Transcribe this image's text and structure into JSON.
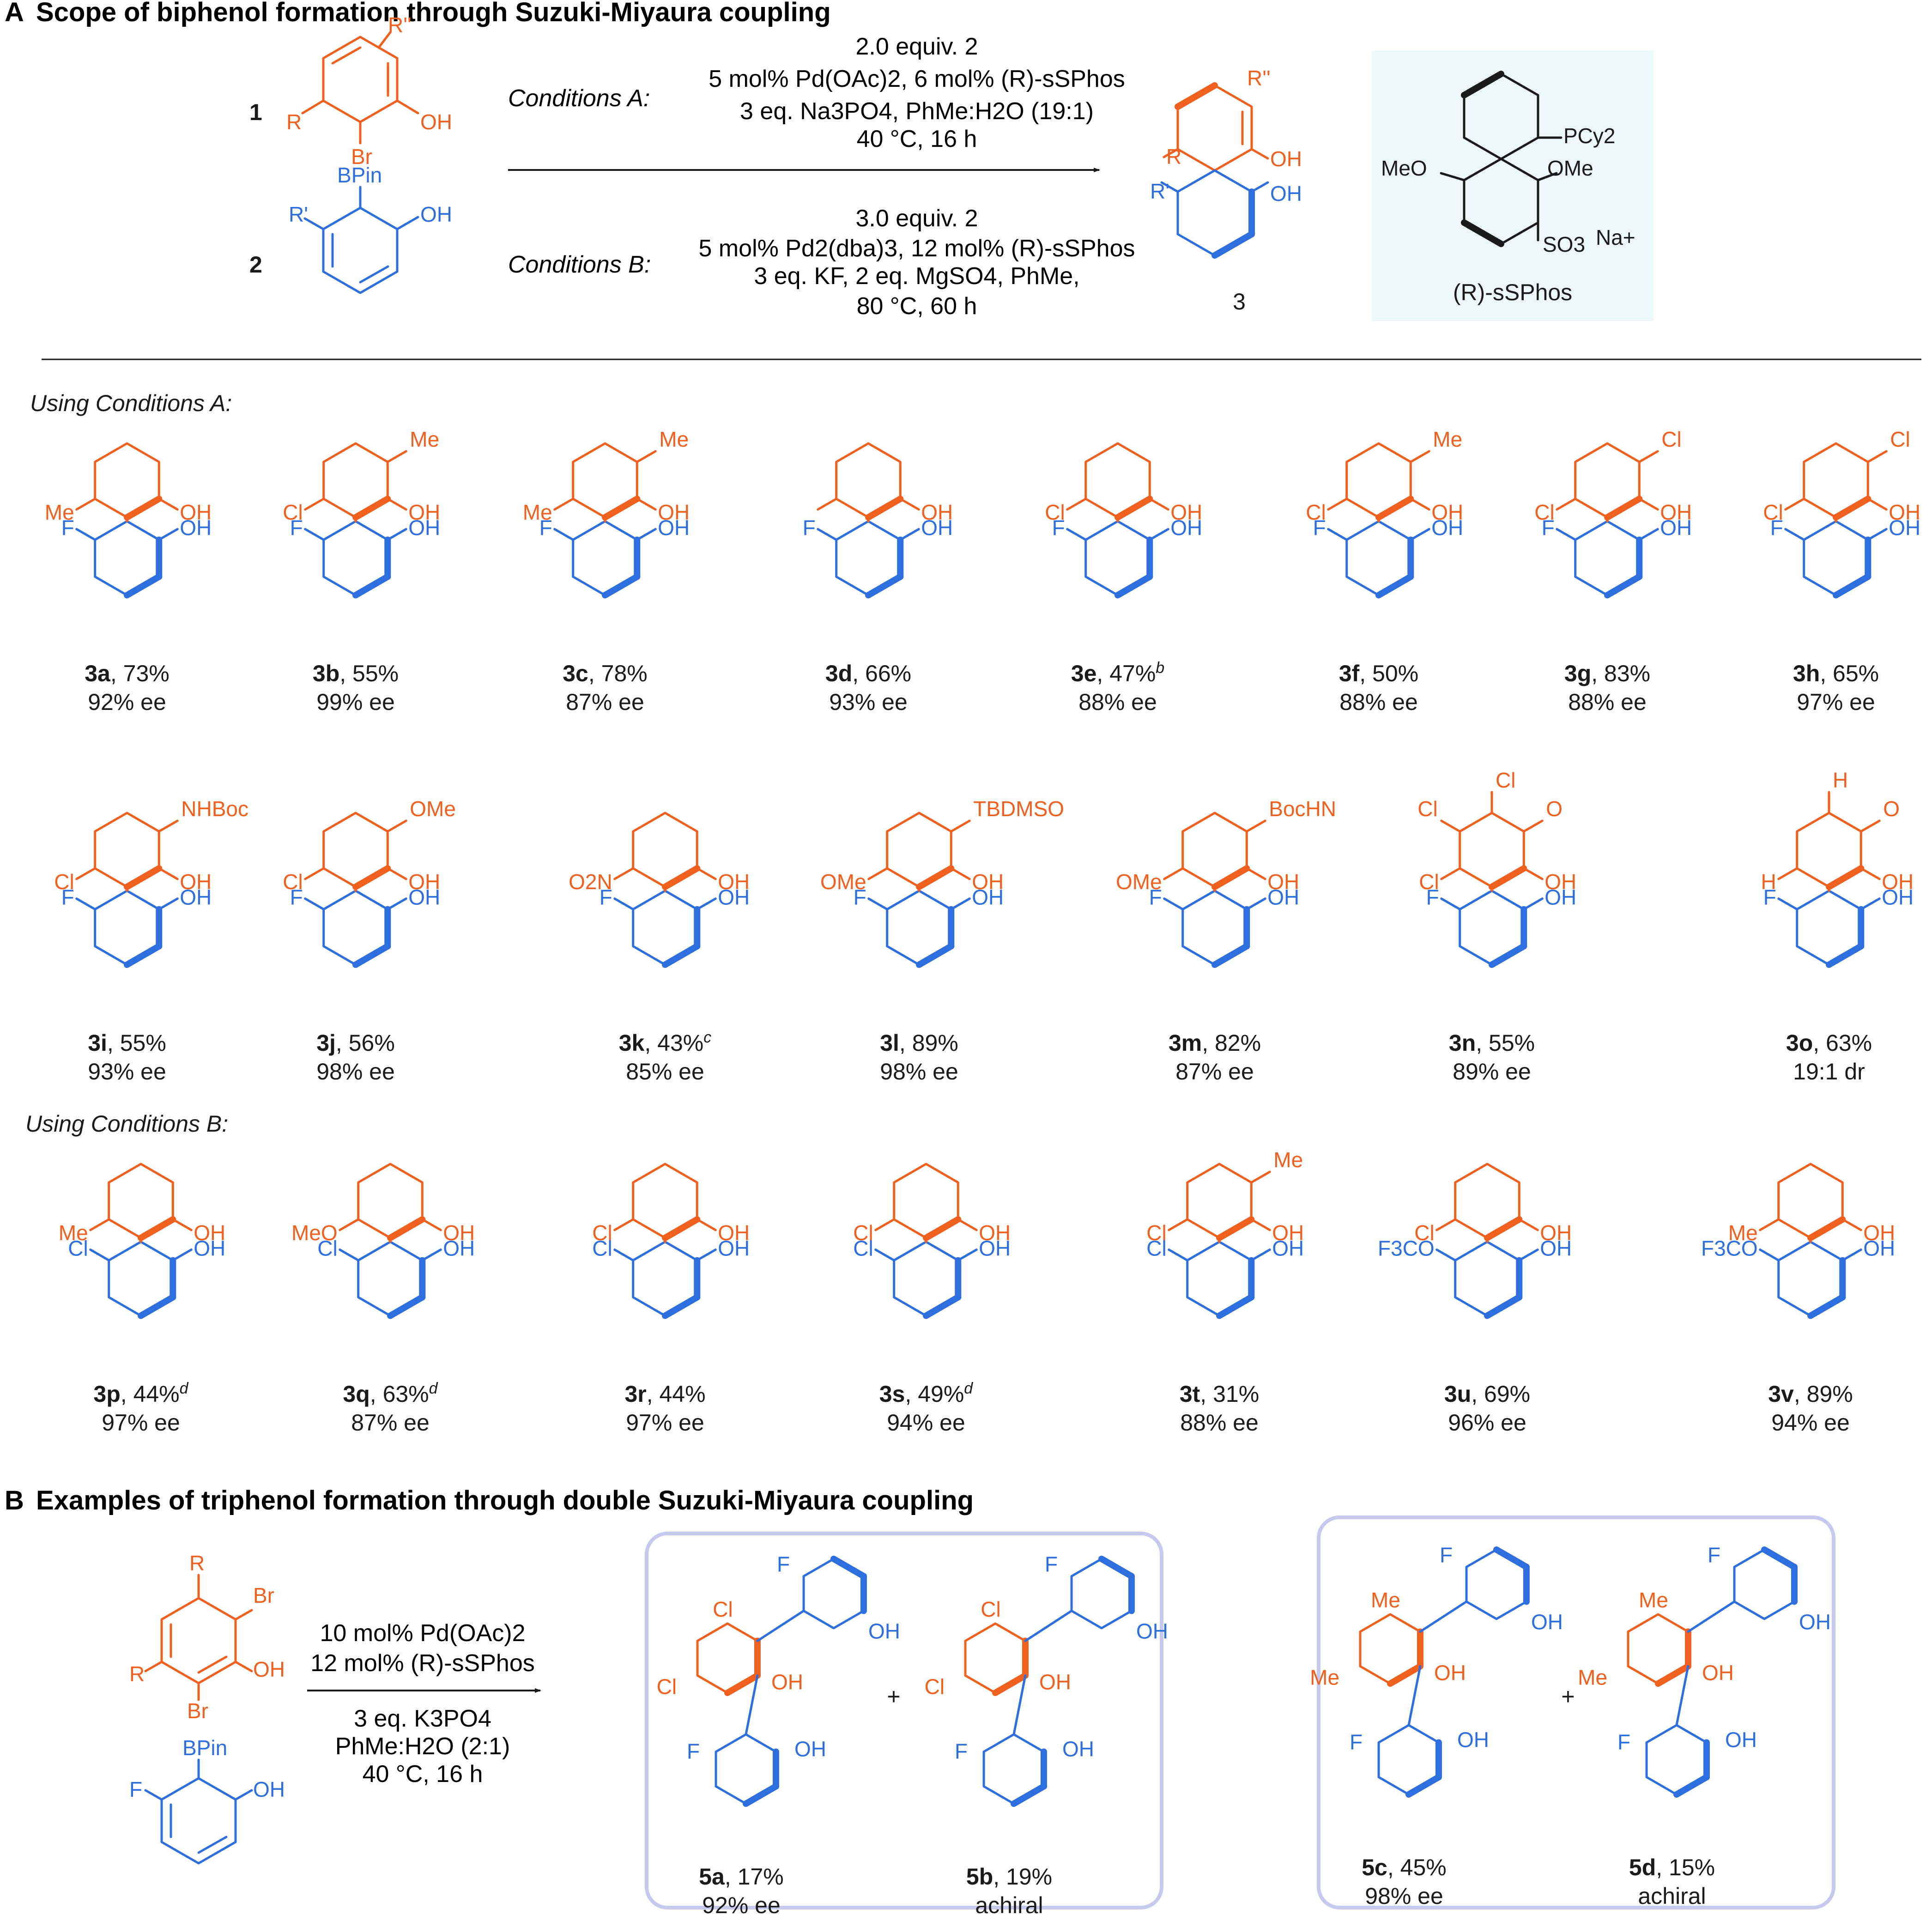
{
  "section_a": {
    "letter": "A",
    "title": "Scope of biphenol formation through Suzuki-Miyaura coupling",
    "reactant1": "1",
    "reactant2": "2",
    "product": "3",
    "conditions_a_label": "Conditions A:",
    "conditions_a_lines": [
      "2.0 equiv. 2",
      "5 mol% Pd(OAc)2, 6 mol% (R)-sSPhos",
      "3 eq. Na3PO4, PhMe:H2O (19:1)",
      "40 °C, 16 h"
    ],
    "conditions_b_label": "Conditions B:",
    "conditions_b_lines": [
      "3.0 equiv. 2",
      "5 mol% Pd2(dba)3, 12 mol% (R)-sSPhos",
      "3 eq. KF, 2 eq. MgSO4, PhMe,",
      "80 °C, 60 h"
    ],
    "ligand_name": "(R)-sSPhos",
    "ligand_labels": [
      "PCy2",
      "MeO",
      "OMe",
      "SO3",
      "Na+"
    ],
    "substituent_labels": [
      "R",
      "R'",
      "R''",
      "Br",
      "OH",
      "BPin"
    ]
  },
  "conditions_a_heading": "Using Conditions A:",
  "conditions_b_heading": "Using Conditions B:",
  "row1": [
    {
      "id": "3a",
      "yield": "73%",
      "sel": "92% ee",
      "note": ""
    },
    {
      "id": "3b",
      "yield": "55%",
      "sel": "99% ee",
      "note": ""
    },
    {
      "id": "3c",
      "yield": "78%",
      "sel": "87% ee",
      "note": ""
    },
    {
      "id": "3d",
      "yield": "66%",
      "sel": "93% ee",
      "note": ""
    },
    {
      "id": "3e",
      "yield": "47%",
      "sel": "88% ee",
      "note": "b"
    },
    {
      "id": "3f",
      "yield": "50%",
      "sel": "88% ee",
      "note": ""
    },
    {
      "id": "3g",
      "yield": "83%",
      "sel": "88% ee",
      "note": ""
    },
    {
      "id": "3h",
      "yield": "65%",
      "sel": "97% ee",
      "note": ""
    }
  ],
  "row2": [
    {
      "id": "3i",
      "yield": "55%",
      "sel": "93% ee",
      "note": ""
    },
    {
      "id": "3j",
      "yield": "56%",
      "sel": "98% ee",
      "note": ""
    },
    {
      "id": "3k",
      "yield": "43%",
      "sel": "85% ee",
      "note": "c"
    },
    {
      "id": "3l",
      "yield": "89%",
      "sel": "98% ee",
      "note": ""
    },
    {
      "id": "3m",
      "yield": "82%",
      "sel": "87% ee",
      "note": ""
    },
    {
      "id": "3n",
      "yield": "55%",
      "sel": "89% ee",
      "note": ""
    },
    {
      "id": "3o",
      "yield": "63%",
      "sel": "19:1 dr",
      "note": ""
    }
  ],
  "row3": [
    {
      "id": "3p",
      "yield": "44%",
      "sel": "97% ee",
      "note": "d"
    },
    {
      "id": "3q",
      "yield": "63%",
      "sel": "87% ee",
      "note": "d"
    },
    {
      "id": "3r",
      "yield": "44%",
      "sel": "97% ee",
      "note": ""
    },
    {
      "id": "3s",
      "yield": "49%",
      "sel": "94% ee",
      "note": "d"
    },
    {
      "id": "3t",
      "yield": "31%",
      "sel": "88% ee",
      "note": ""
    },
    {
      "id": "3u",
      "yield": "69%",
      "sel": "96% ee",
      "note": ""
    },
    {
      "id": "3v",
      "yield": "89%",
      "sel": "94% ee",
      "note": ""
    }
  ],
  "section_b": {
    "letter": "B",
    "title": "Examples of triphenol formation through double Suzuki-Miyaura coupling",
    "conditions_lines": [
      "10 mol% Pd(OAc)2",
      "12 mol% (R)-sSPhos",
      "3 eq. K3PO4",
      "PhMe:H2O (2:1)",
      "40 °C, 16 h"
    ],
    "plus": "+",
    "box1": [
      {
        "id": "5a",
        "yield": "17%",
        "sel": "92% ee"
      },
      {
        "id": "5b",
        "yield": "19%",
        "sel": "achiral"
      }
    ],
    "box2": [
      {
        "id": "5c",
        "yield": "45%",
        "sel": "98% ee"
      },
      {
        "id": "5d",
        "yield": "15%",
        "sel": "achiral"
      }
    ]
  },
  "colors": {
    "aryl_halide": "#f0601e",
    "boronate": "#2e6fe0",
    "ligand_box": "#eef8fb",
    "product_box": "#c7c9ef"
  },
  "substituents": {
    "3a": [
      "Me",
      "OH",
      "F",
      "OH"
    ],
    "3b": [
      "Me",
      "Cl",
      "OH",
      "F",
      "OH"
    ],
    "3c": [
      "Me",
      "Me",
      "OH",
      "F",
      "OH"
    ],
    "3d": [
      "OH",
      "F",
      "OH"
    ],
    "3e": [
      "Cl",
      "OH",
      "F",
      "OH"
    ],
    "3f": [
      "Me",
      "Cl",
      "OH",
      "F",
      "OH"
    ],
    "3g": [
      "Cl",
      "Cl",
      "OH",
      "F",
      "OH"
    ],
    "3h": [
      "Cl",
      "Cl",
      "OH",
      "F",
      "OH"
    ],
    "3i": [
      "NHBoc",
      "Cl",
      "OH",
      "F",
      "OH"
    ],
    "3j": [
      "OMe",
      "Cl",
      "OH",
      "F",
      "OH"
    ],
    "3k": [
      "O2N",
      "OH",
      "F",
      "OH"
    ],
    "3l": [
      "TBDMSO",
      "OMe",
      "OH",
      "F",
      "OH"
    ],
    "3m": [
      "BocHN",
      "OMe",
      "OH",
      "F",
      "OH"
    ],
    "3n": [
      "O",
      "Cl",
      "Cl",
      "Cl",
      "OH",
      "F",
      "OH"
    ],
    "3o": [
      "O",
      "H",
      "H",
      "OH",
      "F",
      "OH"
    ],
    "3p": [
      "Me",
      "OH",
      "Cl",
      "OH"
    ],
    "3q": [
      "MeO",
      "OH",
      "Cl",
      "OH"
    ],
    "3r": [
      "Cl",
      "OH",
      "Cl",
      "OH"
    ],
    "3s": [
      "Cl",
      "OH",
      "Cl",
      "OH"
    ],
    "3t": [
      "Me",
      "Cl",
      "OH",
      "Cl",
      "OH"
    ],
    "3u": [
      "Cl",
      "OH",
      "F3CO",
      "OH"
    ],
    "3v": [
      "Me",
      "OH",
      "F3CO",
      "OH"
    ],
    "sm_b": [
      "R",
      "Br",
      "R",
      "OH",
      "Br"
    ],
    "bpin_b": [
      "BPin",
      "F",
      "OH"
    ],
    "5a": [
      "Cl",
      "Cl",
      "OH",
      "F",
      "OH",
      "F",
      "OH"
    ],
    "5b": [
      "Cl",
      "Cl",
      "OH",
      "F",
      "OH",
      "F",
      "OH"
    ],
    "5c": [
      "Me",
      "Me",
      "OH",
      "F",
      "OH",
      "F",
      "OH"
    ],
    "5d": [
      "Me",
      "Me",
      "OH",
      "F",
      "OH",
      "F",
      "OH"
    ]
  }
}
